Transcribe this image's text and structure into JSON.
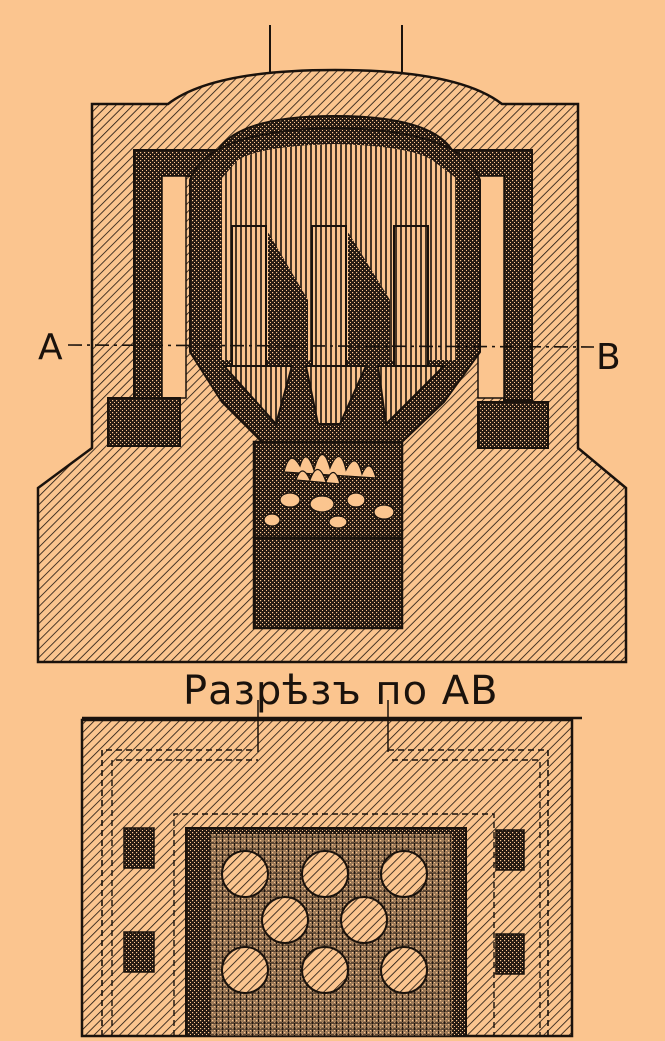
{
  "labels": {
    "point_a": "A",
    "point_b": "B",
    "section_caption": "Разрѣзъ по AB"
  },
  "colors": {
    "paper": "#fbc58f",
    "ink": "#1a120c"
  }
}
